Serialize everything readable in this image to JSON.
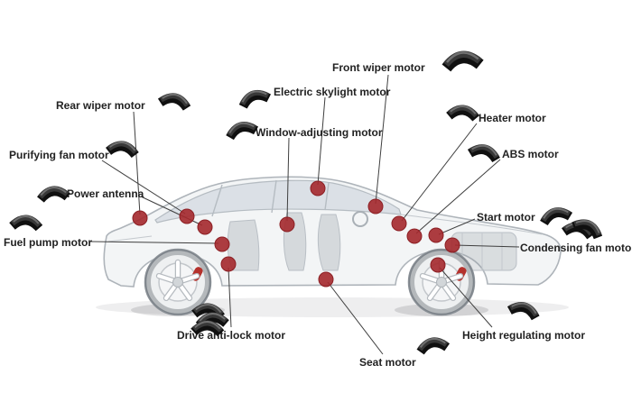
{
  "figure": {
    "type": "annotated-diagram",
    "subject": "X-ray view of a sedan showing locations of small electric motors, each marked with a red dot and an arc-segment magnet icon"
  },
  "colors": {
    "background": "#ffffff",
    "label_text": "#222222",
    "leader_line": "#3f3f3f",
    "location_dot": "#a4282c",
    "magnet_dark": "#141414",
    "car_outline": "#aeb4ba",
    "brake_caliper": "#b5322d"
  },
  "icons": {
    "magnet": "arc-segment-motor-magnet"
  },
  "labels": [
    {
      "id": "front-wiper-motor",
      "text": "Front wiper motor"
    },
    {
      "id": "electric-skylight-motor",
      "text": "Electric skylight motor"
    },
    {
      "id": "rear-wiper-motor",
      "text": "Rear wiper motor"
    },
    {
      "id": "window-adjusting-motor",
      "text": "Window-adjusting motor"
    },
    {
      "id": "heater-motor",
      "text": "Heater motor"
    },
    {
      "id": "abs-motor",
      "text": "ABS motor"
    },
    {
      "id": "purifying-fan-motor",
      "text": "Purifying fan motor"
    },
    {
      "id": "power-antenna",
      "text": "Power antenna"
    },
    {
      "id": "start-motor",
      "text": "Start motor"
    },
    {
      "id": "fuel-pump-motor",
      "text": "Fuel pump motor"
    },
    {
      "id": "condensing-fan-motor",
      "text": "Condensing fan motor"
    },
    {
      "id": "drive-anti-lock-motor",
      "text": "Drive anti-lock motor"
    },
    {
      "id": "seat-motor",
      "text": "Seat motor"
    },
    {
      "id": "height-regulating-motor",
      "text": "Height regulating motor"
    }
  ]
}
